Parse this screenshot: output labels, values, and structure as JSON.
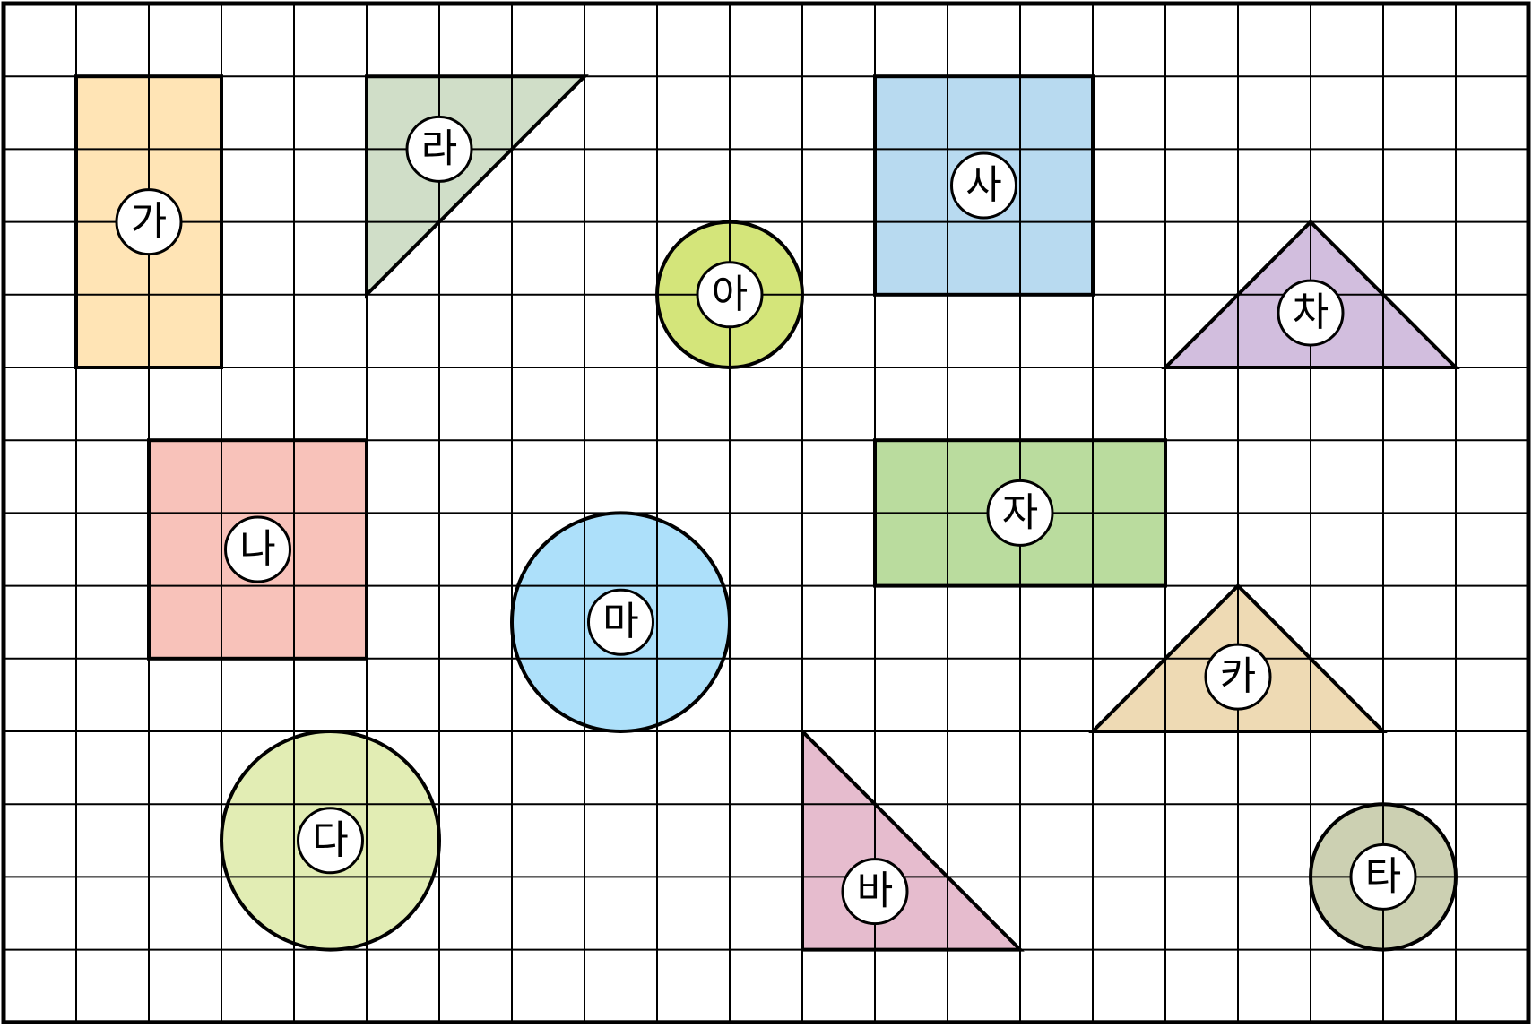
{
  "grid": {
    "columns": 21,
    "rows": 14,
    "line_color": "#000000",
    "background": "#ffffff"
  },
  "shapes": [
    {
      "id": "ga",
      "label": "가",
      "kind": "rect",
      "cells": [
        1,
        1,
        3,
        5
      ],
      "fill": "#FFE4B5"
    },
    {
      "id": "ra",
      "label": "라",
      "kind": "triangle",
      "points": [
        [
          5,
          1
        ],
        [
          8,
          1
        ],
        [
          5,
          4
        ]
      ],
      "label_at": [
        6,
        2
      ],
      "fill": "#D0DEC8"
    },
    {
      "id": "sa",
      "label": "사",
      "kind": "rect",
      "cells": [
        12,
        1,
        15,
        4
      ],
      "fill": "#B8DAF0"
    },
    {
      "id": "a",
      "label": "아",
      "kind": "circle",
      "center": [
        10,
        4
      ],
      "radius": 1,
      "fill": "#D4E57A"
    },
    {
      "id": "cha",
      "label": "차",
      "kind": "triangle",
      "points": [
        [
          16,
          5
        ],
        [
          18,
          3
        ],
        [
          20,
          5
        ]
      ],
      "label_at": [
        18,
        4.25
      ],
      "fill": "#D2BEDE"
    },
    {
      "id": "na",
      "label": "나",
      "kind": "rect",
      "cells": [
        2,
        6,
        5,
        9
      ],
      "fill": "#F8C2BA"
    },
    {
      "id": "ja",
      "label": "자",
      "kind": "rect",
      "cells": [
        12,
        6,
        16,
        8
      ],
      "fill": "#BADC9E"
    },
    {
      "id": "ma",
      "label": "마",
      "kind": "circle",
      "center": [
        8.5,
        8.5
      ],
      "radius": 1.5,
      "fill": "#ADE0FA"
    },
    {
      "id": "ka",
      "label": "카",
      "kind": "triangle",
      "points": [
        [
          15,
          10
        ],
        [
          17,
          8
        ],
        [
          19,
          10
        ]
      ],
      "label_at": [
        17,
        9.25
      ],
      "fill": "#EEDAB4"
    },
    {
      "id": "da",
      "label": "다",
      "kind": "circle",
      "center": [
        4.5,
        11.5
      ],
      "radius": 1.5,
      "fill": "#E2EDB4"
    },
    {
      "id": "ba",
      "label": "바",
      "kind": "triangle",
      "points": [
        [
          11,
          10
        ],
        [
          11,
          13
        ],
        [
          14,
          13
        ]
      ],
      "label_at": [
        12,
        12.2
      ],
      "fill": "#E6BCCE"
    },
    {
      "id": "ta",
      "label": "타",
      "kind": "circle",
      "center": [
        19,
        12
      ],
      "radius": 1,
      "fill": "#CCD0B2"
    }
  ]
}
